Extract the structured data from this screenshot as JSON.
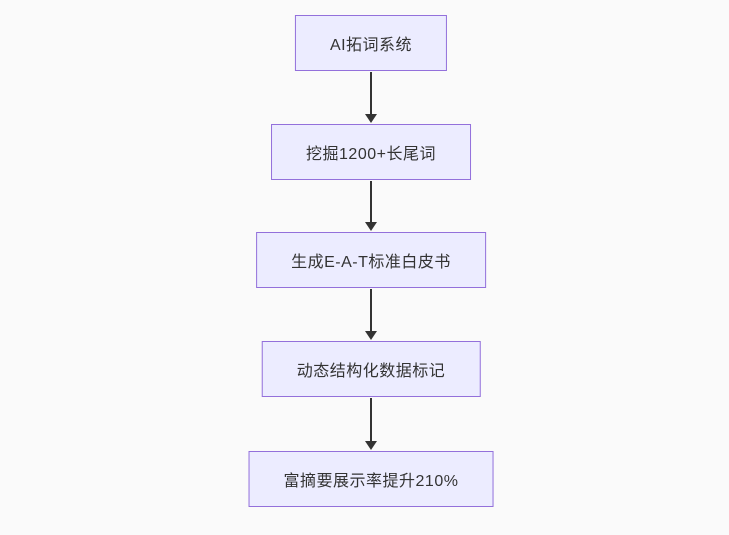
{
  "diagram": {
    "type": "flowchart-top-down",
    "background": "#fafafa",
    "node_fill": "#ececff",
    "node_border": "#9370db",
    "edge_color": "#333333",
    "text_color": "#333333",
    "nodes": [
      {
        "label": "AI拓词系统"
      },
      {
        "label": "挖掘1200+长尾词"
      },
      {
        "label": "生成E-A-T标准白皮书"
      },
      {
        "label": "动态结构化数据标记"
      },
      {
        "label": "富摘要展示率提升210%"
      }
    ],
    "edges": [
      {
        "from": 0,
        "to": 1
      },
      {
        "from": 1,
        "to": 2
      },
      {
        "from": 2,
        "to": 3
      },
      {
        "from": 3,
        "to": 4
      }
    ]
  }
}
